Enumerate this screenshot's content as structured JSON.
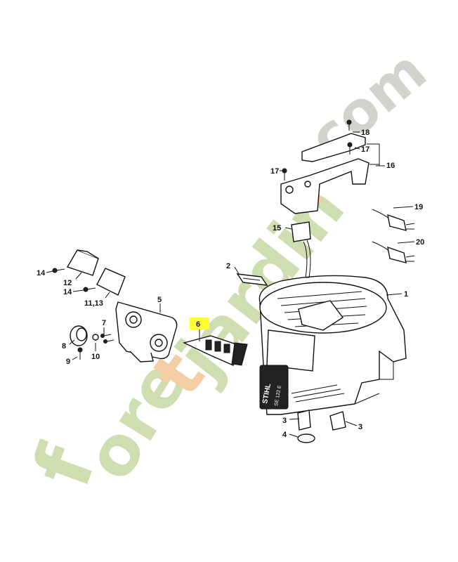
{
  "watermark": {
    "text": "foretjardin.com",
    "colors": {
      "green": "#c9dba7",
      "orange": "#f2c89a",
      "gray": "#cfcfc8"
    }
  },
  "highlight_color": "#ffff33",
  "callouts": {
    "c1": "1",
    "c2": "2",
    "c3a": "3",
    "c3b": "3",
    "c4": "4",
    "c5": "5",
    "c6": "6",
    "c7": "7",
    "c8": "8",
    "c9": "9",
    "c10": "10",
    "c11_13": "11,13",
    "c12": "12",
    "c14a": "14",
    "c14b": "14",
    "c15": "15",
    "c16": "16",
    "c17a": "17",
    "c17b": "17",
    "c18": "18",
    "c19": "19",
    "c20": "20"
  },
  "logo": {
    "brand": "STIHL",
    "model": "SE 122 E"
  }
}
